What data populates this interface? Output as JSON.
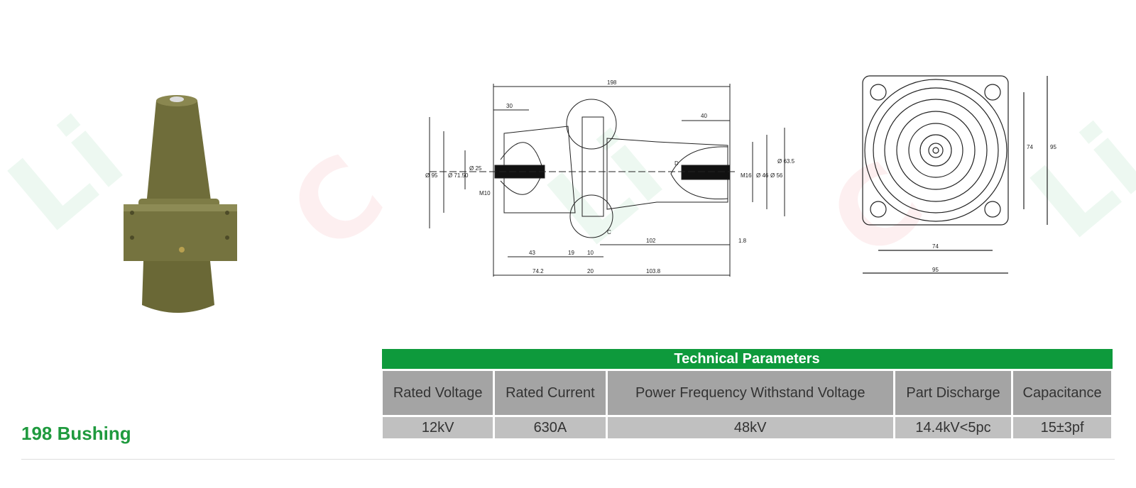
{
  "product": {
    "title": "198 Bushing"
  },
  "drawing_side": {
    "labels": {
      "overall": "198",
      "l30": "30",
      "l40": "40",
      "d95": "Ø 95",
      "d71": "Ø 71.50",
      "d25": "Ø 25",
      "m10": "M10",
      "m16": "M16",
      "d46": "Ø 46",
      "d56": "Ø 56",
      "d63": "Ø 63.5",
      "l102": "102",
      "l18": "1.8",
      "l43": "43",
      "l19": "19",
      "l10": "10",
      "l742": "74.2",
      "l20": "20",
      "l1038": "103.8",
      "D": "D",
      "C": "C"
    }
  },
  "drawing_front": {
    "labels": {
      "w74": "74",
      "w95": "95",
      "h74": "74",
      "h95": "95"
    }
  },
  "table": {
    "title": "Technical Parameters",
    "headers": [
      "Rated Voltage",
      "Rated Current",
      "Power Frequency Withstand Voltage",
      "Part Discharge",
      "Capacitance"
    ],
    "values": [
      "12kV",
      "630A",
      "48kV",
      "14.4kV<5pc",
      "15±3pf"
    ]
  },
  "colors": {
    "brand_green": "#0e9a3c",
    "title_green": "#1f9a3e",
    "header_gray": "#a4a4a4",
    "value_gray": "#c0c0c0"
  }
}
